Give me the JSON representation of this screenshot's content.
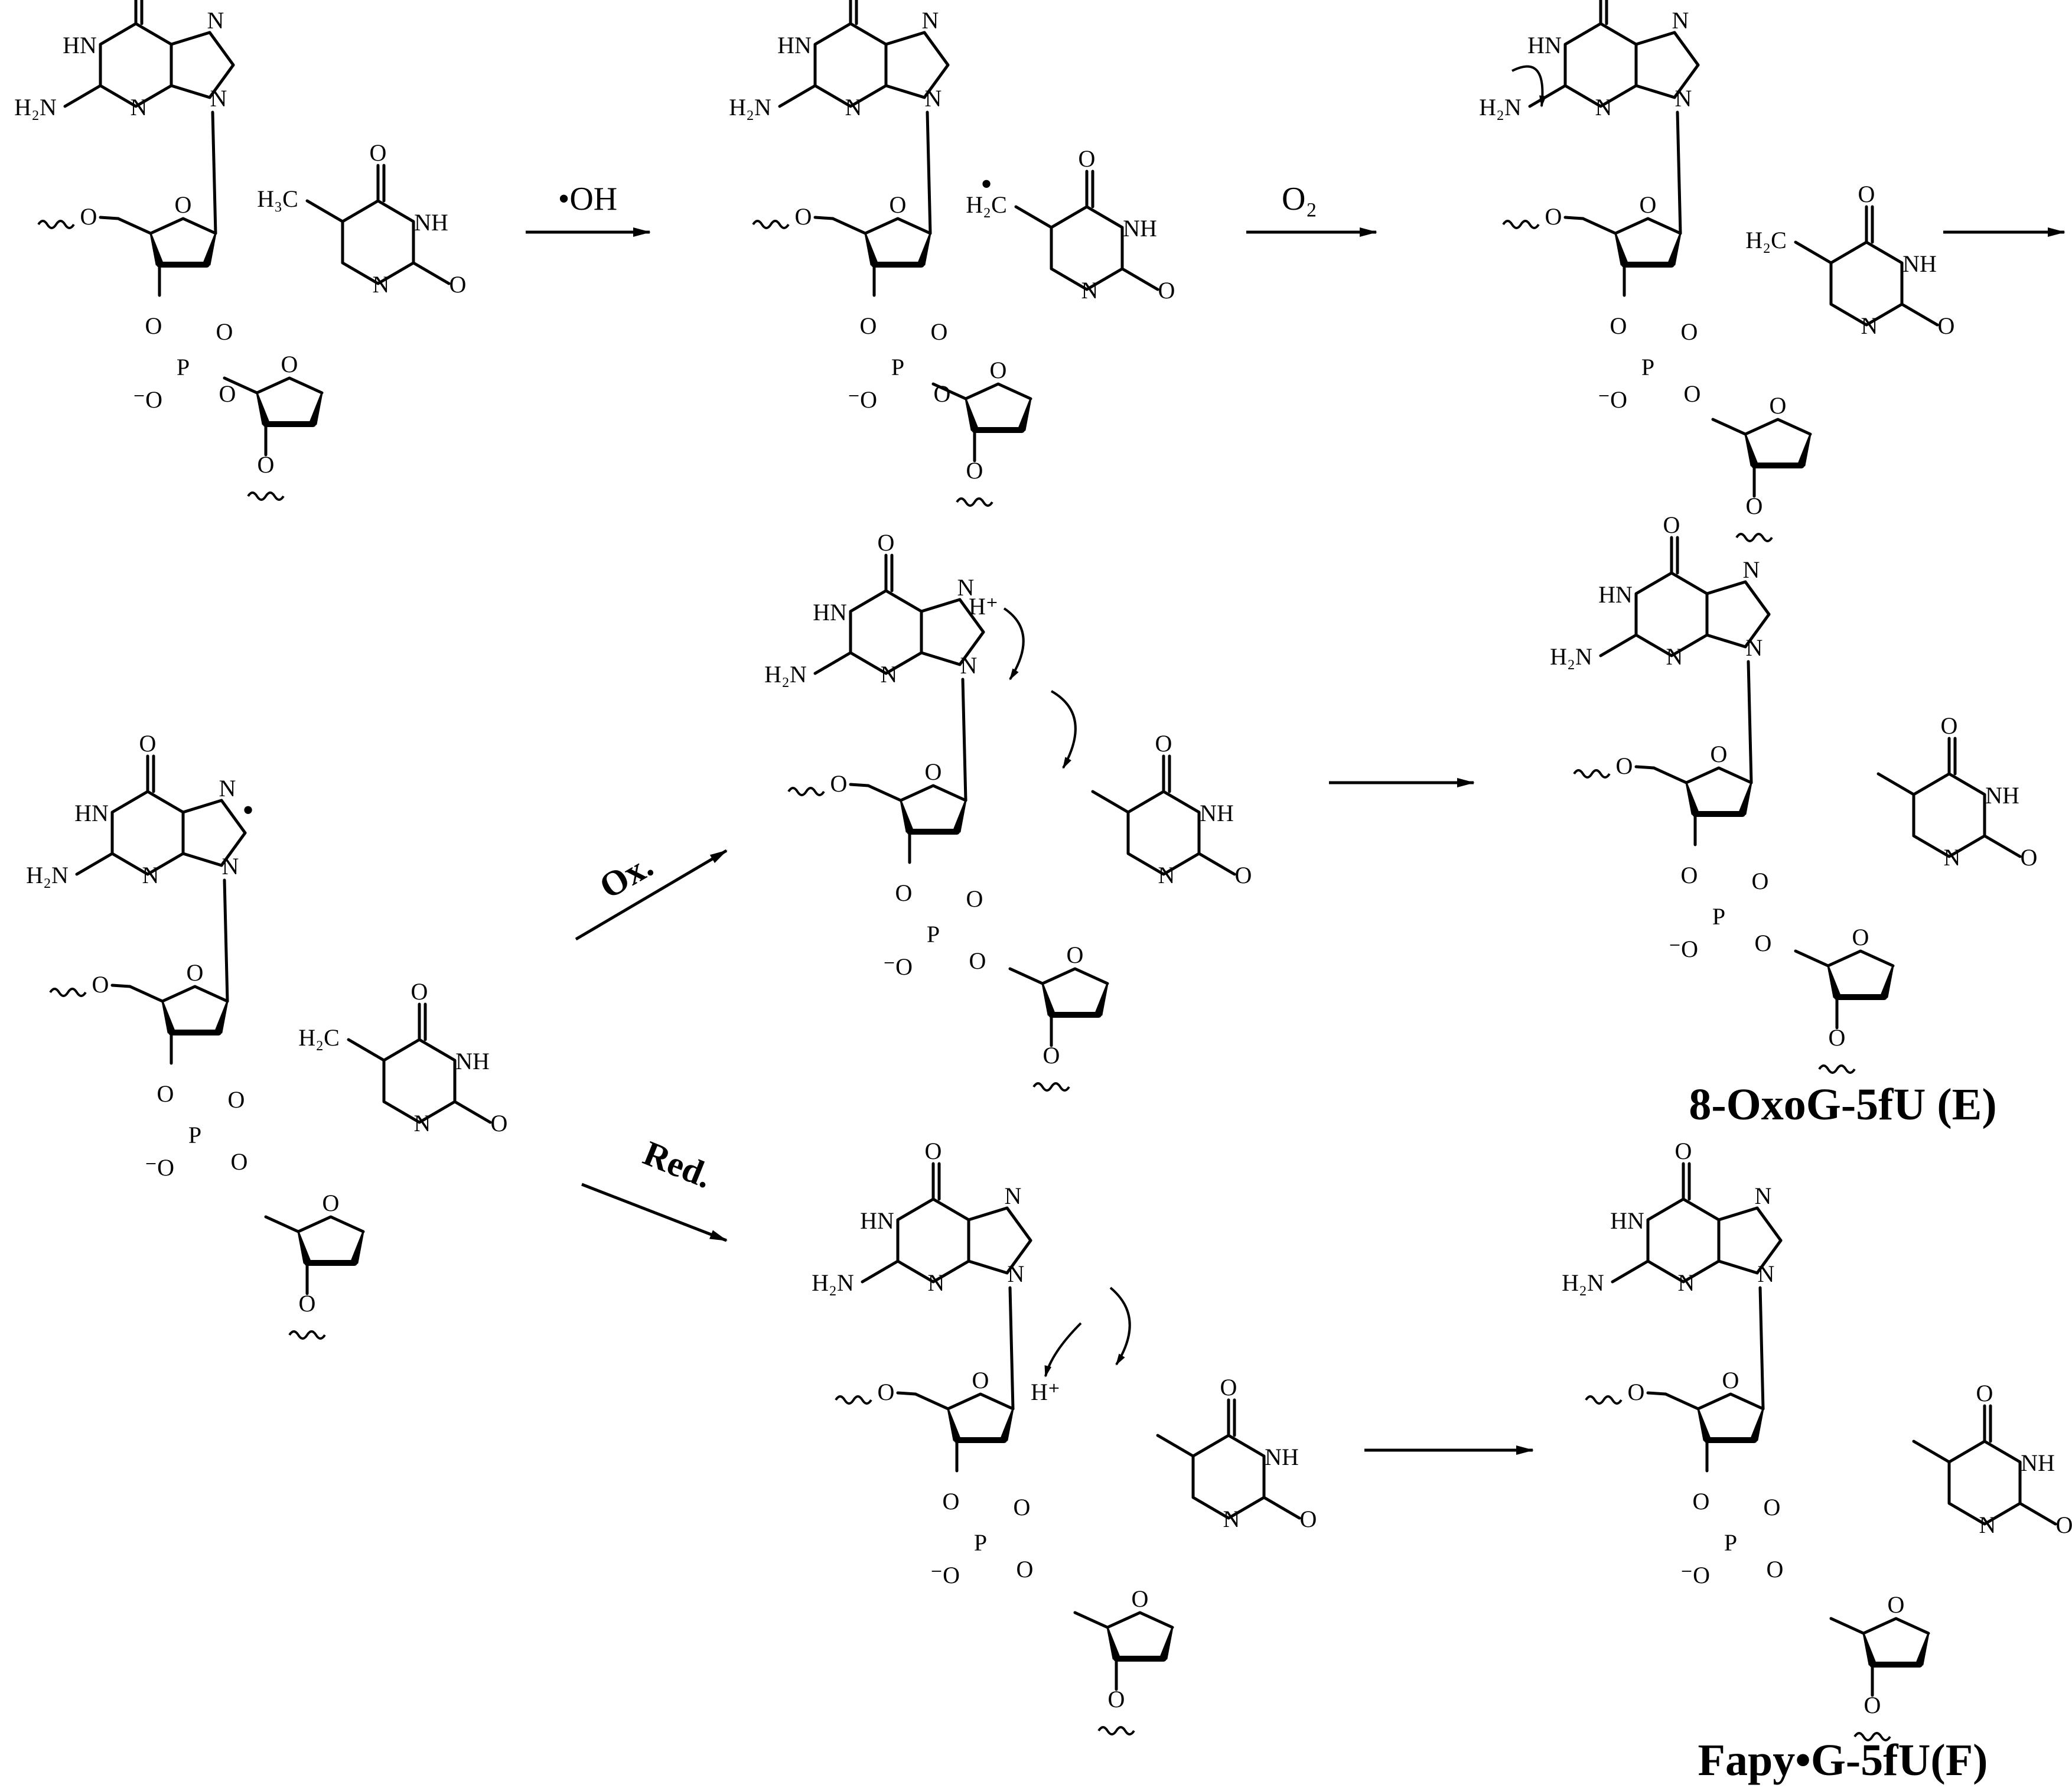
{
  "atoms": {
    "O": "O",
    "N": "N",
    "HN": "HN",
    "NH": "NH",
    "H2N": "H₂N",
    "H3C": "H₃C",
    "H2C": "H₂C",
    "H": "H",
    "P": "P",
    "Ominus": "⁻O",
    "Hplus": "H⁺",
    "radical": "•"
  },
  "reagents": {
    "hydroxyl": "•OH",
    "oxygen": "O₂",
    "oxidation": "Ox.",
    "reduction": "Red."
  },
  "products": {
    "oxo_label": "8-OxoG-5fU (E)",
    "fapy_label": "Fapy•G-5fU(F)"
  }
}
